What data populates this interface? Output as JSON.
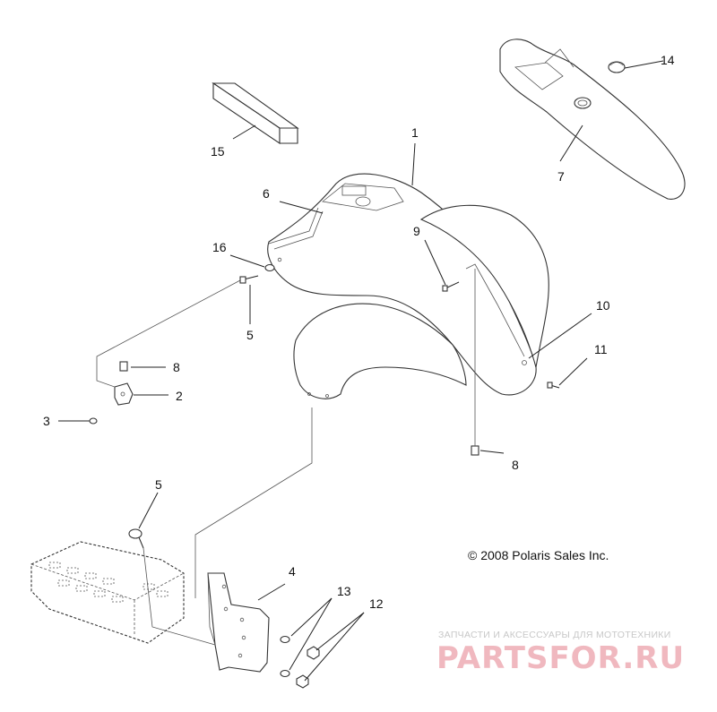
{
  "callouts": {
    "c1": "1",
    "c2": "2",
    "c3": "3",
    "c4": "4",
    "c5a": "5",
    "c5b": "5",
    "c6": "6",
    "c7": "7",
    "c8a": "8",
    "c8b": "8",
    "c9": "9",
    "c10": "10",
    "c11": "11",
    "c12": "12",
    "c13": "13",
    "c14": "14",
    "c15": "15",
    "c16": "16"
  },
  "copyright": "© 2008 Polaris Sales Inc.",
  "watermark": {
    "tagline": "ЗАПЧАСТИ И АКСЕССУАРЫ ДЛЯ МОТОТЕХНИКИ",
    "brand": "PARTSFOR.RU",
    "color": "#f0b8bf"
  },
  "colors": {
    "line": "#222222",
    "background": "#ffffff"
  }
}
